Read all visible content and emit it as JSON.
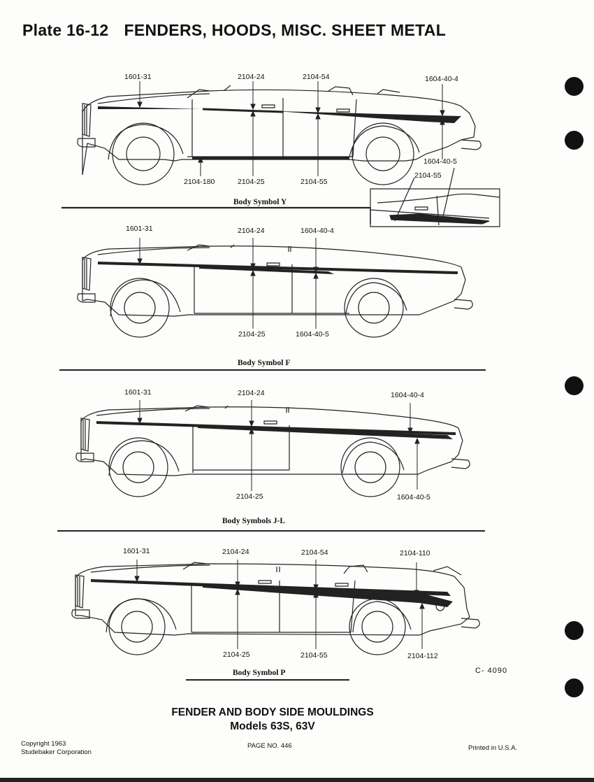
{
  "plate": {
    "number": "Plate 16-12",
    "title": "FENDERS, HOODS, MISC. SHEET METAL"
  },
  "figures": [
    {
      "caption": "Body Symbol Y",
      "callouts": [
        "1601-31",
        "2104-24",
        "2104-54",
        "1604-40-4",
        "2104-180",
        "2104-25",
        "2104-55",
        "1604-40-5",
        "2104-55"
      ]
    },
    {
      "caption": "Body Symbol F",
      "callouts": [
        "1601-31",
        "2104-24",
        "1604-40-4",
        "2104-25",
        "1604-40-5"
      ]
    },
    {
      "caption": "Body Symbols J-L",
      "callouts": [
        "1601-31",
        "2104-24",
        "1604-40-4",
        "2104-25",
        "1604-40-5"
      ]
    },
    {
      "caption": "Body Symbol P",
      "callouts": [
        "1601-31",
        "2104-24",
        "2104-54",
        "2104-110",
        "2104-25",
        "2104-55",
        "2104-112"
      ]
    }
  ],
  "figure_id": "C- 4090",
  "main_title": {
    "line1": "FENDER AND BODY SIDE MOULDINGS",
    "line2": "Models 63S, 63V"
  },
  "footer": {
    "copyright_line1": "Copyright 1963",
    "copyright_line2": "Studebaker Corporation",
    "page": "PAGE NO. 446",
    "printed": "Printed in U.S.A."
  }
}
